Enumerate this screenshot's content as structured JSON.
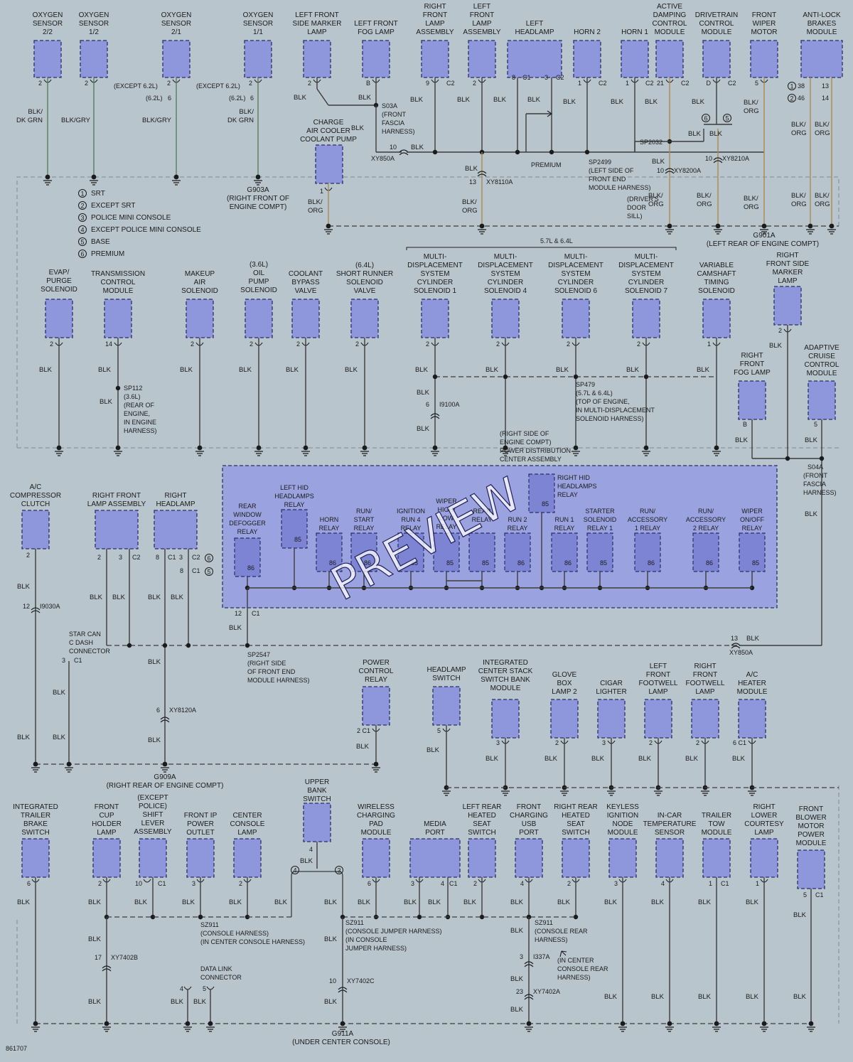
{
  "diagram": {
    "figure_id": "861707",
    "watermark": "PREVIEW",
    "colors": {
      "background": "#b9c5cd",
      "component_fill": "#8e96dc",
      "component_stroke": "#2c2f66",
      "relay_panel_fill": "#9aa3df",
      "relay_fill": "#7c84d3",
      "wire": "#3c3c3c",
      "wire_orange": "#a88a52",
      "wire_green": "#5c7a5c"
    },
    "legend": [
      {
        "num": "1",
        "text": "SRT"
      },
      {
        "num": "2",
        "text": "EXCEPT SRT"
      },
      {
        "num": "3",
        "text": "POLICE MINI CONSOLE"
      },
      {
        "num": "4",
        "text": "EXCEPT POLICE MINI CONSOLE"
      },
      {
        "num": "5",
        "text": "BASE"
      },
      {
        "num": "6",
        "text": "PREMIUM"
      }
    ],
    "grounds": [
      {
        "id": "G903A",
        "location": [
          "(RIGHT FRONT OF",
          "ENGINE COMPT)"
        ]
      },
      {
        "id": "G901A",
        "location": [
          "(LEFT REAR OF ENGINE COMPT)"
        ]
      },
      {
        "id": "G909A",
        "location": [
          "(RIGHT REAR OF ENGINE COMPT)"
        ]
      },
      {
        "id": "G911A",
        "location": [
          "(UNDER CENTER CONSOLE)"
        ]
      }
    ],
    "row1_components": [
      {
        "name": [
          "OXYGEN",
          "SENSOR",
          "2/2"
        ],
        "pin": "2",
        "wire": "BLK/ DK GRN"
      },
      {
        "name": [
          "OXYGEN",
          "SENSOR",
          "1/2"
        ],
        "pin": "2",
        "wire": "BLK/GRY"
      },
      {
        "name": [
          "OXYGEN",
          "SENSOR",
          "2/1"
        ],
        "pin": "2",
        "wire": "BLK/GRY"
      },
      {
        "name": [
          "OXYGEN",
          "SENSOR",
          "1/1"
        ],
        "pin": "2",
        "wire": "BLK/ DK GRN"
      },
      {
        "name": [
          "LEFT FRONT",
          "SIDE MARKER",
          "LAMP"
        ],
        "pin": "2",
        "wire": "BLK"
      },
      {
        "name": [
          "LEFT FRONT",
          "FOG LAMP"
        ],
        "pin": "B",
        "wire": "BLK"
      },
      {
        "name": [
          "RIGHT",
          "FRONT",
          "LAMP",
          "ASSEMBLY"
        ],
        "pin": "9 C2",
        "wire": "BLK"
      },
      {
        "name": [
          "LEFT",
          "FRONT",
          "LAMP",
          "ASSEMBLY"
        ],
        "pin": "2",
        "wire": "BLK"
      },
      {
        "name": [
          "LEFT",
          "HEADLAMP"
        ],
        "pin": "8 C1 / 3 C2",
        "wire": "BLK"
      },
      {
        "name": [
          "HORN 2"
        ],
        "pin": "1 C2",
        "wire": "BLK"
      },
      {
        "name": [
          "HORN 1"
        ],
        "pin": "1 C2",
        "wire": "BLK"
      },
      {
        "name": [
          "ACTIVE",
          "DAMPING",
          "CONTROL",
          "MODULE"
        ],
        "pin": "21 C2",
        "wire": "BLK"
      },
      {
        "name": [
          "DRIVETRAIN",
          "CONTROL",
          "MODULE"
        ],
        "pin": "D C2",
        "wire": "BLK"
      },
      {
        "name": [
          "FRONT",
          "WIPER",
          "MOTOR"
        ],
        "pin": "5",
        "wire": "BLK/ ORG"
      },
      {
        "name": [
          "ANTI-LOCK",
          "BRAKES",
          "MODULE"
        ],
        "pin": "13 / 14",
        "wire": "BLK/ ORG"
      }
    ],
    "row1_notes": {
      "except62_a": "(EXCEPT 6.2L)",
      "l62_a": "(6.2L)",
      "except62_b": "(EXCEPT 6.2L)",
      "l62_b": "(6.2L)",
      "pin6": "6",
      "s03a": "S03A",
      "s03a_loc": [
        "(FRONT",
        "FASCIA",
        "HARNESS)"
      ],
      "charge_air": [
        "CHARGE",
        "AIR COOLER",
        "COOLANT PUMP"
      ],
      "xy850a": "XY850A",
      "xy8110a": "XY8110A",
      "premium": "PREMIUM",
      "sp2499": "SP2499",
      "sp2499_loc": [
        "(LEFT SIDE OF",
        "FRONT END",
        "MODULE HARNESS)"
      ],
      "sp2032": "SP2032",
      "xy8200a": "XY8200A",
      "xy8210a": "XY8210A",
      "drivers_door": [
        "(DRIVER'S",
        "DOOR",
        "SILL)"
      ],
      "wire_blk": "BLK",
      "wire_blk_org": "BLK/ ORG",
      "pin10": "10",
      "pin13": "13",
      "pin38": "38",
      "pin46": "46"
    },
    "row2_components": [
      {
        "name": [
          "EVAP/",
          "PURGE",
          "SOLENOID"
        ],
        "pin": "2"
      },
      {
        "name": [
          "TRANSMISSION",
          "CONTROL",
          "MODULE"
        ],
        "pin": "14"
      },
      {
        "name": [
          "MAKEUP",
          "AIR",
          "SOLENOID"
        ],
        "pin": "2"
      },
      {
        "name": [
          "(3.6L)",
          "OIL",
          "PUMP",
          "SOLENOID"
        ],
        "pin": "2"
      },
      {
        "name": [
          "COOLANT",
          "BYPASS",
          "VALVE"
        ],
        "pin": "2"
      },
      {
        "name": [
          "(6.4L)",
          "SHORT RUNNER",
          "SOLENOID",
          "VALVE"
        ],
        "pin": "2"
      },
      {
        "name": [
          "MULTI-",
          "DISPLACEMENT",
          "SYSTEM",
          "CYLINDER",
          "SOLENOID 1"
        ],
        "pin": "2"
      },
      {
        "name": [
          "MULTI-",
          "DISPLACEMENT",
          "SYSTEM",
          "CYLINDER",
          "SOLENOID 4"
        ],
        "pin": "2"
      },
      {
        "name": [
          "MULTI-",
          "DISPLACEMENT",
          "SYSTEM",
          "CYLINDER",
          "SOLENOID 6"
        ],
        "pin": "2"
      },
      {
        "name": [
          "MULTI-",
          "DISPLACEMENT",
          "SYSTEM",
          "CYLINDER",
          "SOLENOID 7"
        ],
        "pin": "2"
      },
      {
        "name": [
          "VARIABLE",
          "CAMSHAFT",
          "TIMING",
          "SOLENOID"
        ],
        "pin": "1"
      },
      {
        "name": [
          "RIGHT",
          "FRONT SIDE",
          "MARKER",
          "LAMP"
        ],
        "pin": "2"
      },
      {
        "name": [
          "RIGHT",
          "FRONT",
          "FOG LAMP"
        ],
        "pin": "B"
      },
      {
        "name": [
          "ADAPTIVE",
          "CRUISE",
          "CONTROL",
          "MODULE"
        ],
        "pin": "5"
      }
    ],
    "row2_notes": {
      "engine_variant": "5.7L & 6.4L",
      "sp112": "SP112",
      "sp112_loc": [
        "(3.6L)",
        "(REAR OF",
        "ENGINE,",
        "IN ENGINE",
        "HARNESS)"
      ],
      "sp479": "SP479",
      "sp479_loc": [
        "(5.7L & 6.4L)",
        "(TOP OF ENGINE,",
        "IN MULTI-DISPLACEMENT",
        "SOLENOID HARNESS)"
      ],
      "i9100a": "I9100A",
      "pdc": [
        "(RIGHT SIDE OF",
        "ENGINE COMPT)",
        "POWER DISTRIBUTION",
        "CENTER ASSEMBLY"
      ],
      "s04a": "S04A",
      "s04a_loc": [
        "(FRONT",
        "FASCIA",
        "HARNESS)"
      ],
      "pin6": "6"
    },
    "relays": [
      {
        "name": [
          "RIGHT HID",
          "HEADLAMPS",
          "RELAY"
        ],
        "pin": "85"
      },
      {
        "name": [
          "LEFT HID",
          "HEADLAMPS",
          "RELAY"
        ],
        "pin": "85"
      },
      {
        "name": [
          "REAR",
          "WINDOW",
          "DEFOGGER",
          "RELAY"
        ],
        "pin": "86"
      },
      {
        "name": [
          "HORN",
          "RELAY"
        ],
        "pin": "86"
      },
      {
        "name": [
          "RUN/",
          "START",
          "RELAY"
        ],
        "pin": "86"
      },
      {
        "name": [
          "IGNITION",
          "RUN 4",
          "RELAY"
        ],
        "pin": "85"
      },
      {
        "name": [
          "WIPER",
          "HIGH/",
          "LOW",
          "RELAY"
        ],
        "pin": "85"
      },
      {
        "name": [
          "REAR",
          "RELAY"
        ],
        "pin": "85"
      },
      {
        "name": [
          "RUN 2",
          "RELAY"
        ],
        "pin": "86"
      },
      {
        "name": [
          "RUN 1",
          "RELAY"
        ],
        "pin": "86"
      },
      {
        "name": [
          "STARTER",
          "SOLENOID",
          "RELAY 1"
        ],
        "pin": "85"
      },
      {
        "name": [
          "RUN/",
          "ACCESSORY",
          "1 RELAY"
        ],
        "pin": "86"
      },
      {
        "name": [
          "RUN/",
          "ACCESSORY",
          "2 RELAY"
        ],
        "pin": "86"
      },
      {
        "name": [
          "WIPER",
          "ON/OFF",
          "RELAY"
        ],
        "pin": "85"
      }
    ],
    "row3_components": [
      {
        "name": [
          "A/C",
          "COMPRESSOR",
          "CLUTCH"
        ],
        "pin": "2"
      },
      {
        "name": [
          "RIGHT FRONT",
          "LAMP ASSEMBLY"
        ],
        "pin": "2 / 3 C2"
      },
      {
        "name": [
          "RIGHT",
          "HEADLAMP"
        ],
        "pin": "8 C1 3 / 8 C1"
      },
      {
        "name": [
          "STAR CAN",
          "C DASH",
          "CONNECTOR"
        ],
        "pin": "3 C1"
      }
    ],
    "row3_notes": {
      "i9030a": "I9030A",
      "sp2547": "SP2547",
      "sp2547_loc": [
        "(RIGHT SIDE",
        "OF FRONT END",
        "MODULE HARNESS)"
      ],
      "xy8120a": "XY8120A",
      "xy850a": "XY850A",
      "c1": "12 C1",
      "pin12": "12",
      "pin6": "6",
      "pin13": "13",
      "c2_6": "C2",
      "c1_5": "C1"
    },
    "row4_components": [
      {
        "name": [
          "POWER",
          "CONTROL",
          "RELAY"
        ],
        "pin": "2 C1"
      },
      {
        "name": [
          "HEADLAMP",
          "SWITCH"
        ],
        "pin": "5"
      },
      {
        "name": [
          "INTEGRATED",
          "CENTER STACK",
          "SWITCH BANK",
          "MODULE"
        ],
        "pin": "3"
      },
      {
        "name": [
          "GLOVE",
          "BOX",
          "LAMP 2"
        ],
        "pin": "2"
      },
      {
        "name": [
          "CIGAR",
          "LIGHTER"
        ],
        "pin": "3"
      },
      {
        "name": [
          "LEFT",
          "FRONT",
          "FOOTWELL",
          "LAMP"
        ],
        "pin": "2"
      },
      {
        "name": [
          "RIGHT",
          "FRONT",
          "FOOTWELL",
          "LAMP"
        ],
        "pin": "2"
      },
      {
        "name": [
          "A/C",
          "HEATER",
          "MODULE"
        ],
        "pin": "6 C1"
      }
    ],
    "row5_components": [
      {
        "name": [
          "INTEGRATED",
          "TRAILER",
          "BRAKE",
          "SWITCH"
        ],
        "pin": "6"
      },
      {
        "name": [
          "FRONT",
          "CUP",
          "HOLDER",
          "LAMP"
        ],
        "pin": "2"
      },
      {
        "name": [
          "(EXCEPT",
          "POLICE)",
          "SHIFT",
          "LEVER",
          "ASSEMBLY"
        ],
        "pin": "10 C1"
      },
      {
        "name": [
          "FRONT IP",
          "POWER",
          "OUTLET"
        ],
        "pin": "3"
      },
      {
        "name": [
          "CENTER",
          "CONSOLE",
          "LAMP"
        ],
        "pin": "2"
      },
      {
        "name": [
          "UPPER",
          "BANK",
          "SWITCH"
        ],
        "pin": "4"
      },
      {
        "name": [
          "WIRELESS",
          "CHARGING",
          "PAD",
          "MODULE"
        ],
        "pin": "6"
      },
      {
        "name": [
          "MEDIA",
          "PORT"
        ],
        "pin": "3 / 4 C1"
      },
      {
        "name": [
          "LEFT REAR",
          "HEATED",
          "SEAT",
          "SWITCH"
        ],
        "pin": "2"
      },
      {
        "name": [
          "FRONT",
          "CHARGING",
          "USB",
          "PORT"
        ],
        "pin": "4"
      },
      {
        "name": [
          "RIGHT REAR",
          "HEATED",
          "SEAT",
          "SWITCH"
        ],
        "pin": "2"
      },
      {
        "name": [
          "KEYLESS",
          "IGNITION",
          "NODE",
          "MODULE"
        ],
        "pin": "3"
      },
      {
        "name": [
          "IN-CAR",
          "TEMPERATURE",
          "SENSOR"
        ],
        "pin": "4"
      },
      {
        "name": [
          "TRAILER",
          "TOW",
          "MODULE"
        ],
        "pin": "1 C1"
      },
      {
        "name": [
          "RIGHT",
          "LOWER",
          "COURTESY",
          "LAMP"
        ],
        "pin": "1"
      },
      {
        "name": [
          "FRONT",
          "BLOWER",
          "MOTOR",
          "POWER",
          "MODULE"
        ],
        "pin": "5 C1"
      }
    ],
    "row5_notes": {
      "sz911_a": "SZ911",
      "sz911_a_loc": [
        "(CONSOLE HARNESS)",
        "(IN CENTER CONSOLE HARNESS)"
      ],
      "sz911_b": "SZ911",
      "sz911_b_loc": [
        "(CONSOLE JUMPER HARNESS)",
        "(IN CONSOLE",
        "JUMPER HARNESS)"
      ],
      "sz911_c": "SZ911",
      "sz911_c_loc": [
        "(CONSOLE REAR",
        "HARNESS)"
      ],
      "sz911_c_loc2": [
        "(IN CENTER",
        "CONSOLE REAR",
        "HARNESS)"
      ],
      "xy7402b": "XY7402B",
      "xy7402c": "XY7402C",
      "xy7402a": "XY7402A",
      "i337a": "I337A",
      "data_link": [
        "DATA LINK",
        "CONNECTOR"
      ],
      "dl_pins": "4 / 5",
      "pin17": "17",
      "pin10": "10",
      "pin3": "3",
      "pin23": "23",
      "opt4": "4",
      "opt3": "3"
    }
  }
}
